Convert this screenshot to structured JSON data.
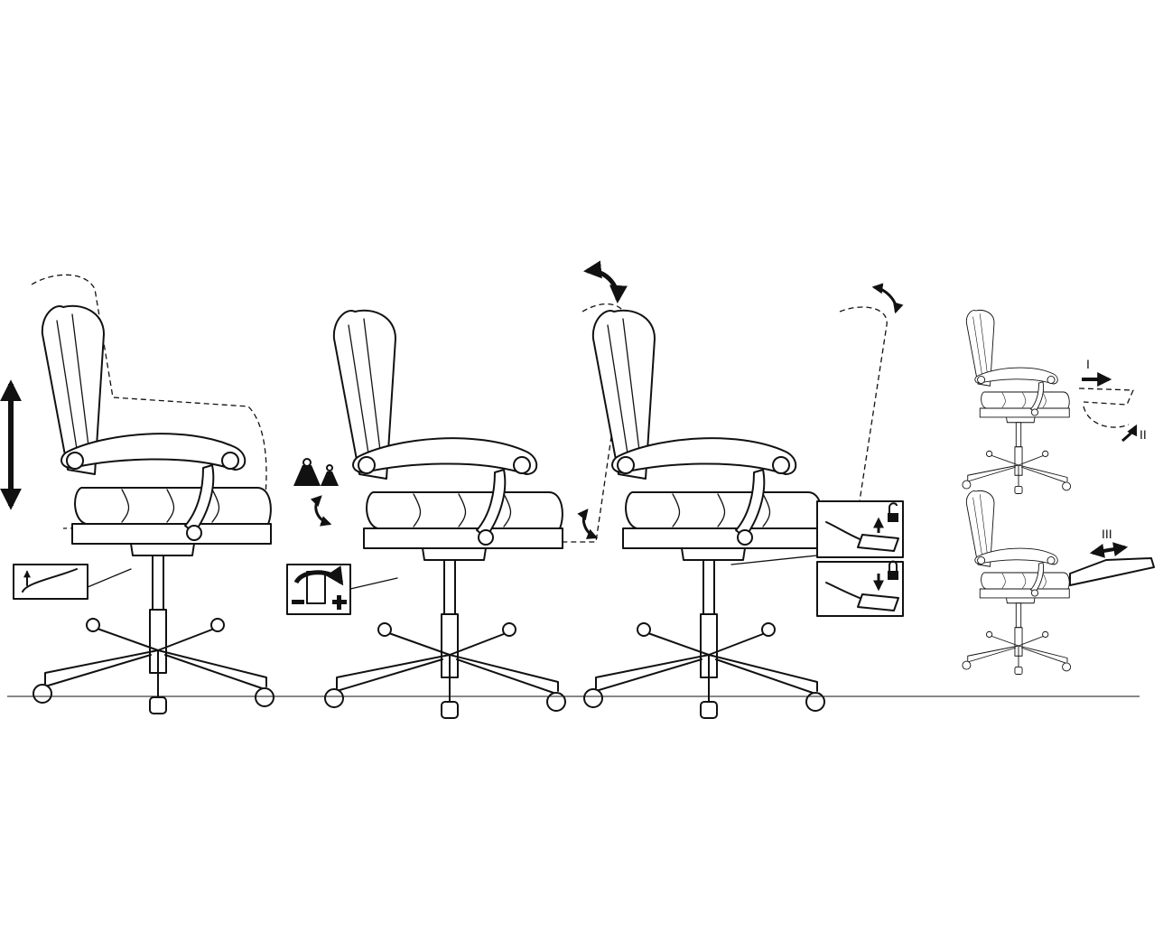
{
  "diagram": {
    "labels": {
      "step_1": "I",
      "step_2": "II",
      "step_3": "III"
    },
    "icons": [
      "height-adjust-arrow-icon",
      "weight-heavy-icon",
      "weight-light-icon",
      "tension-knob-icon",
      "minus-icon",
      "plus-icon",
      "unlock-icon",
      "lock-icon",
      "tilt-arrow-icon"
    ]
  }
}
